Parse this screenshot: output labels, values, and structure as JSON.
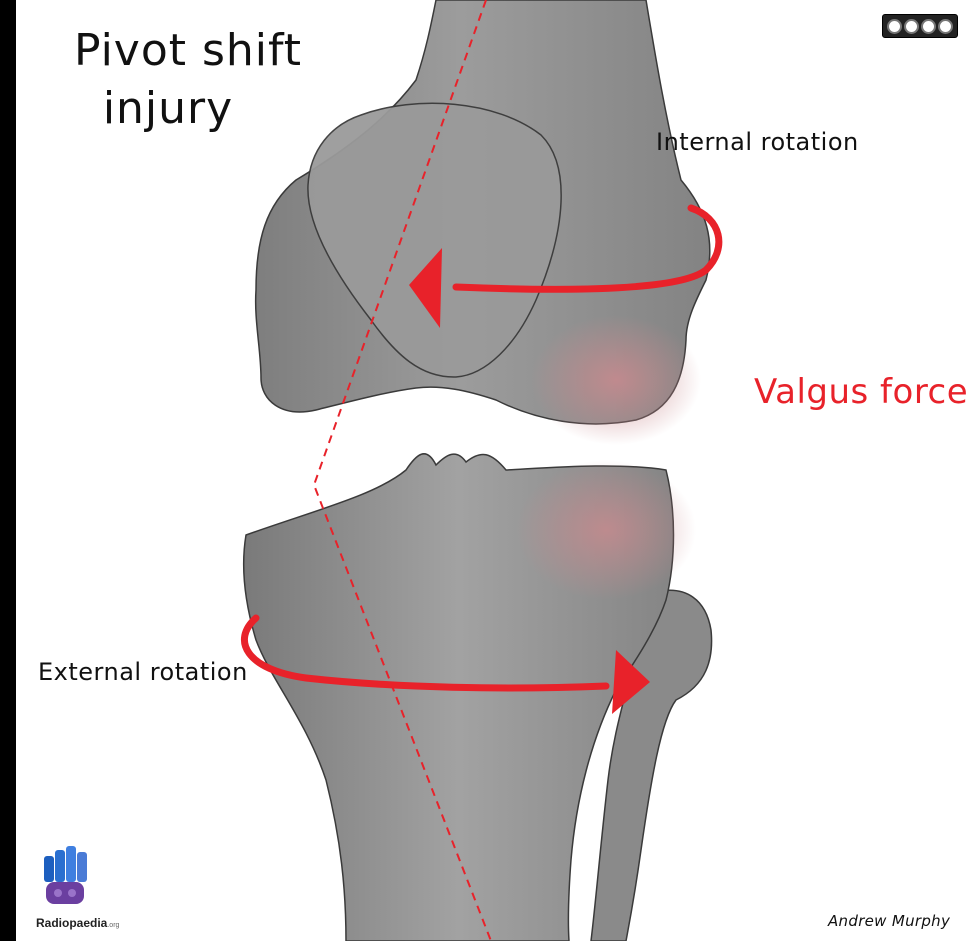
{
  "title": {
    "line1": "Pivot shift",
    "line2": "injury"
  },
  "labels": {
    "internal_rotation": "Internal rotation",
    "valgus_force": "Valgus force",
    "external_rotation": "External rotation"
  },
  "credits": {
    "author": "Andrew Murphy",
    "logo_name": "Radiopaedia",
    "logo_suffix": ".org",
    "license_icon": "creative-commons-by-nc-sa-icon"
  },
  "colors": {
    "background": "#ffffff",
    "frame": "#000000",
    "bone": "#8e8e8e",
    "bone_outline": "#3a3a3a",
    "arrow_red": "#e8222a",
    "bruise_pink": "#c98a8e",
    "text_dark": "#111111",
    "logo_blue": "#1d5fbf",
    "logo_purple": "#6b3fa0"
  }
}
